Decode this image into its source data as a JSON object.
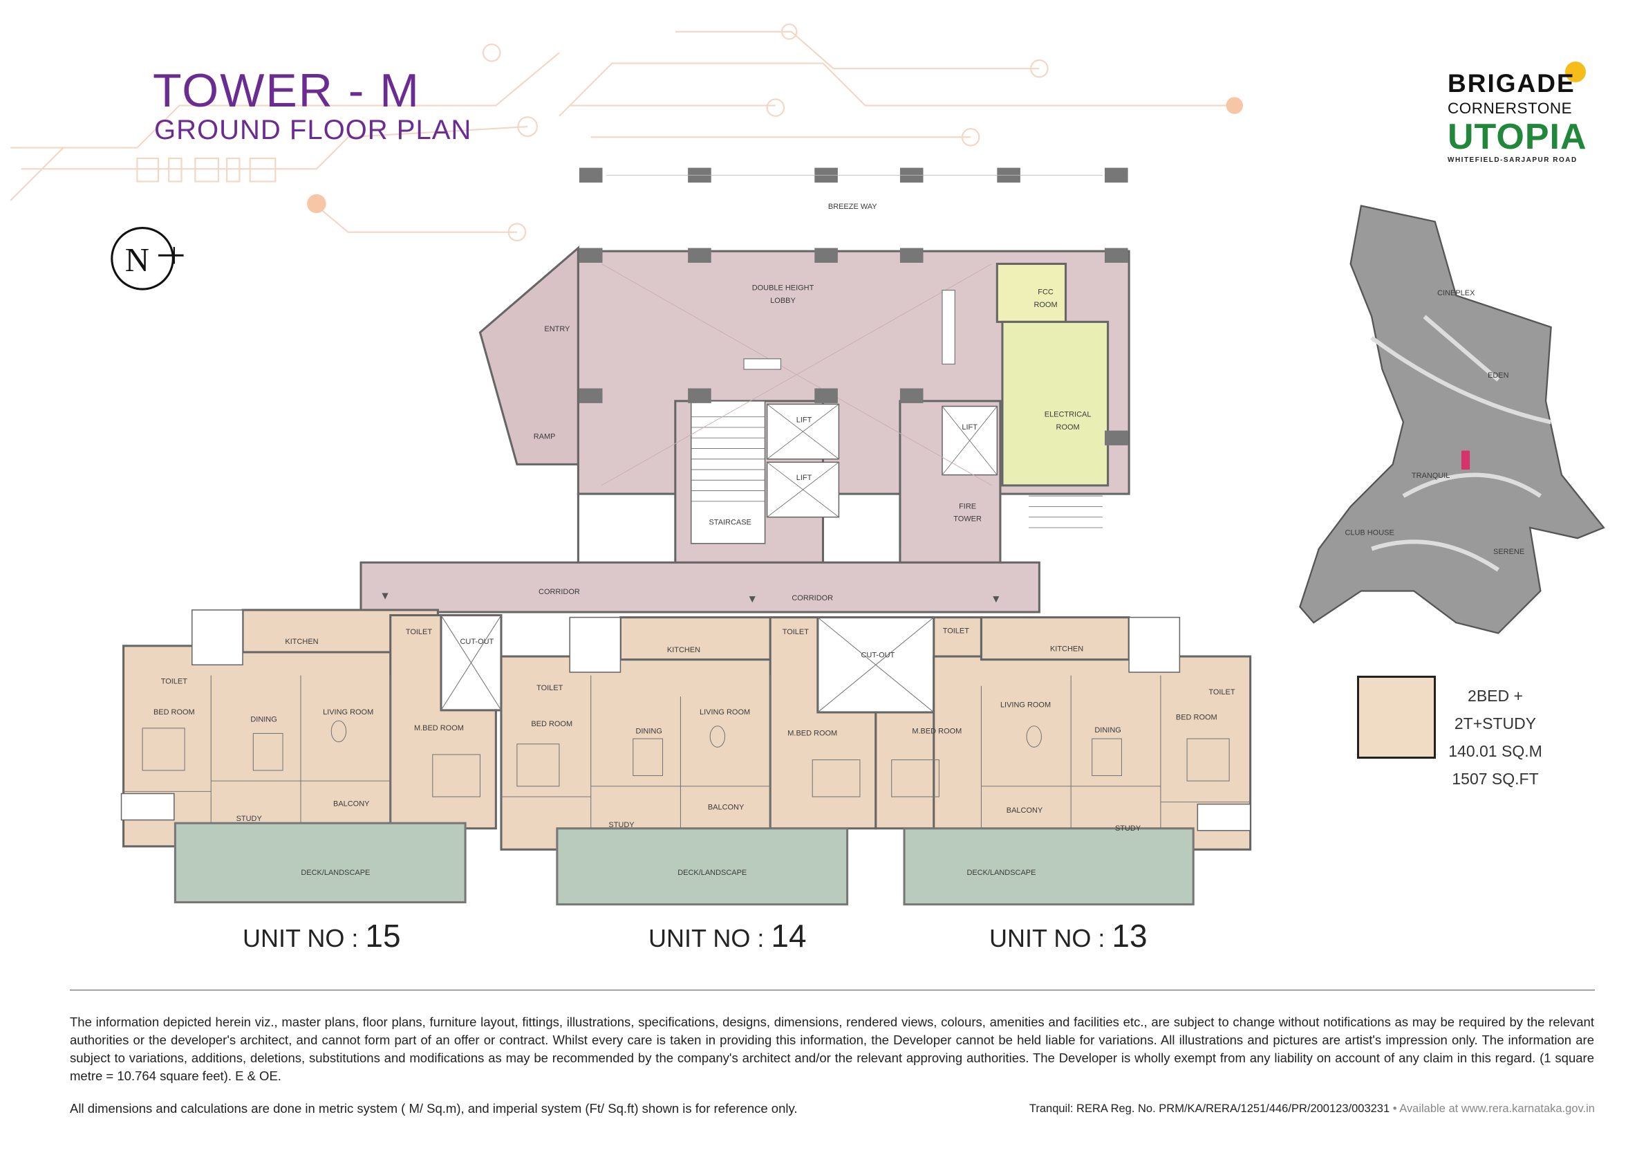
{
  "header": {
    "title": "TOWER - M",
    "subtitle": "GROUND FLOOR PLAN"
  },
  "brand": {
    "line1": "BRIGADE",
    "line2": "CORNERSTONE",
    "line3": "UTOPIA",
    "tagline": "WHITEFIELD-SARJAPUR ROAD"
  },
  "north": {
    "label": "N"
  },
  "legend": {
    "type": "2BED + 2T+STUDY",
    "area_sqm": "140.01 SQ.M",
    "area_sqft": "1507 SQ.FT",
    "color": "#f0dbc4"
  },
  "site_map": {
    "labels": [
      "CINEPLEX",
      "EDEN",
      "TRANQUIL",
      "CLUB HOUSE",
      "SERENE"
    ]
  },
  "core": {
    "breeze_way": "BREEZE WAY",
    "lobby": [
      "DOUBLE HEIGHT",
      "LOBBY"
    ],
    "entry": "ENTRY",
    "ramp": "RAMP",
    "fcc": [
      "FCC",
      "ROOM"
    ],
    "electrical": [
      "ELECTRICAL",
      "ROOM"
    ],
    "lift": "LIFT",
    "staircase": "STAIRCASE",
    "fire_tower": [
      "FIRE",
      "TOWER"
    ],
    "corridor": "CORRIDOR"
  },
  "rooms": {
    "kitchen": "KITCHEN",
    "toilet": "TOILET",
    "cutout": "CUT-OUT",
    "bedroom": "BED ROOM",
    "dining": "DINING",
    "living": "LIVING ROOM",
    "mbed": "M.BED ROOM",
    "study": "STUDY",
    "balcony": "BALCONY",
    "deck": "DECK/LANDSCAPE"
  },
  "units": [
    {
      "prefix": "UNIT NO :",
      "number": "15"
    },
    {
      "prefix": "UNIT NO :",
      "number": "14"
    },
    {
      "prefix": "UNIT NO :",
      "number": "13"
    }
  ],
  "footer": {
    "disclaimer": "The information depicted herein viz., master plans, floor plans, furniture layout, fittings, illustrations, specifications, designs, dimensions, rendered views, colours, amenities and facilities etc., are subject to change without notifications as may be required by the relevant authorities or the developer's architect, and cannot form part of an offer or contract. Whilst every care is taken in providing this information, the Developer cannot be held liable for variations. All illustrations and pictures are artist's impression only. The information are subject to variations, additions, deletions, substitutions and modifications as may be recommended by the company's architect and/or the relevant approving authorities. The Developer is wholly exempt from any liability on account of any claim in this regard. (1 square metre = 10.764 square feet). E & OE.",
    "note": "All dimensions and calculations are done in metric system ( M/ Sq.m), and imperial system (Ft/ Sq.ft) shown is for reference only.",
    "rera": "Tranquil: RERA Reg. No. PRM/KA/RERA/1251/446/PR/200123/003231",
    "rera_avail": "• Available at www.rera.karnataka.gov.in"
  }
}
